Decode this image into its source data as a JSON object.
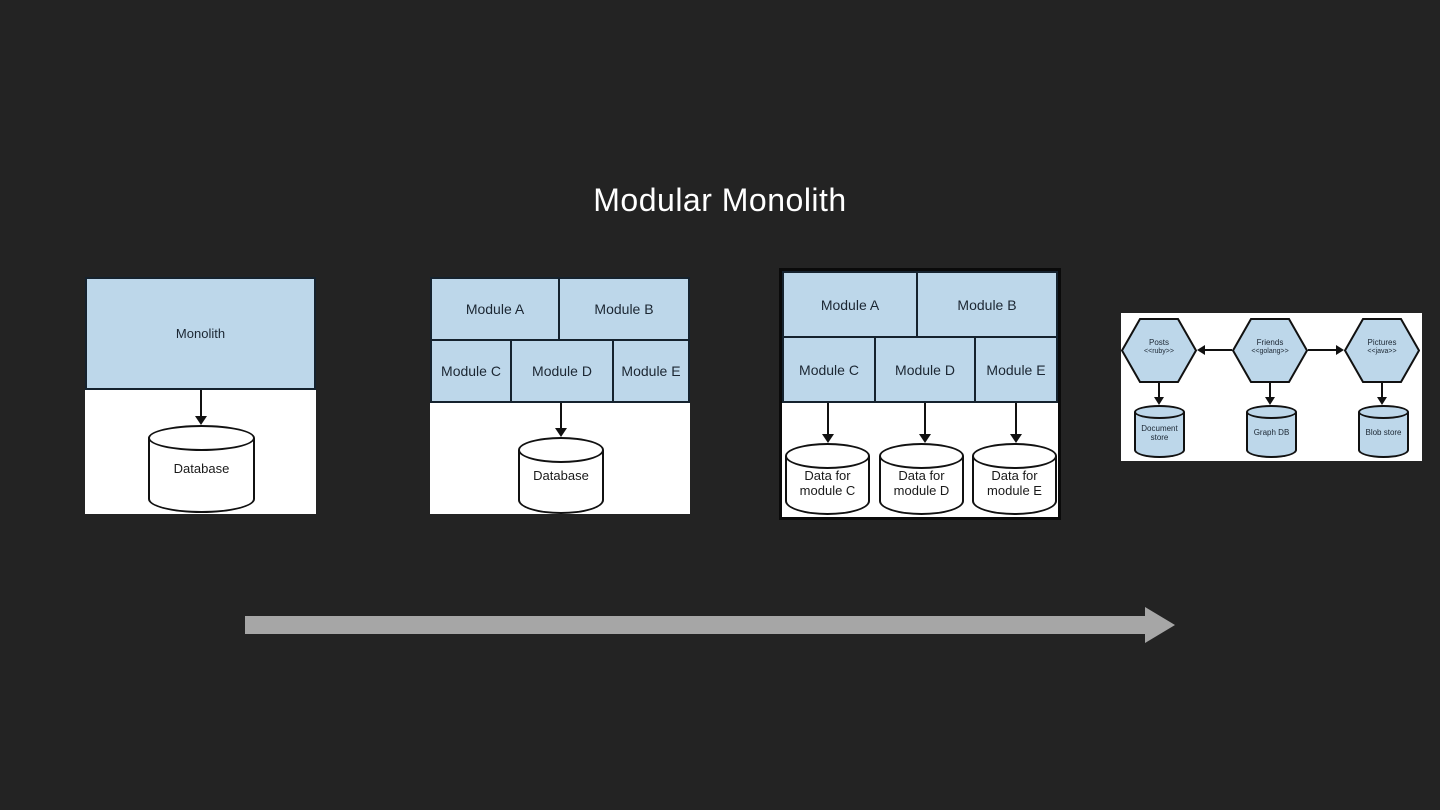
{
  "slide": {
    "title": "Modular Monolith"
  },
  "colors": {
    "background": "#232323",
    "panel_background": "#ffffff",
    "module_fill": "#bdd7ea",
    "outline": "#111111",
    "evolution_arrow": "#a6a6a6",
    "title_text": "#ffffff"
  },
  "diagrams": [
    {
      "name": "single-monolith",
      "box_label": "Monolith",
      "database_label": "Database"
    },
    {
      "name": "modular-monolith-shared-database",
      "modules": [
        "Module A",
        "Module B",
        "Module C",
        "Module D",
        "Module E"
      ],
      "database_label": "Database"
    },
    {
      "name": "modular-monolith-decomposed-databases",
      "modules": [
        "Module A",
        "Module B",
        "Module C",
        "Module D",
        "Module E"
      ],
      "datastores": [
        "Data for module C",
        "Data for module D",
        "Data for module E"
      ]
    },
    {
      "name": "microservices",
      "services": [
        {
          "name": "Posts",
          "stereotype": "<<ruby>>",
          "store": "Document store"
        },
        {
          "name": "Friends",
          "stereotype": "<<golang>>",
          "store": "Graph DB"
        },
        {
          "name": "Pictures",
          "stereotype": "<<java>>",
          "store": "Blob store"
        }
      ]
    }
  ]
}
